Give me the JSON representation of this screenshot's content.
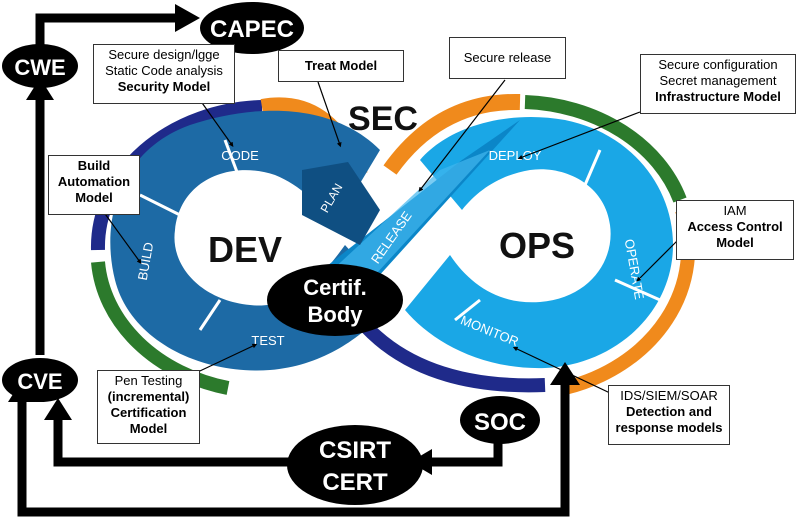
{
  "nodes": {
    "cwe": "CWE",
    "capec": "CAPEC",
    "cve": "CVE",
    "soc": "SOC",
    "csirt_line1": "CSIRT",
    "csirt_line2": "CERT",
    "certif_line1": "Certif.",
    "certif_line2": "Body"
  },
  "loop": {
    "sec": "SEC",
    "dev": "DEV",
    "ops": "OPS",
    "stages": {
      "code": "CODE",
      "plan": "PLAN",
      "build": "BUILD",
      "test": "TEST",
      "release": "RELEASE",
      "deploy": "DEPLOY",
      "operate": "OPERATE",
      "monitor": "MONITOR"
    }
  },
  "notes": {
    "code_note": {
      "line1": "Secure design/lgge",
      "line2": "Static Code analysis",
      "line3": "Security Model"
    },
    "treat": {
      "line1": "Treat Model"
    },
    "release_note": {
      "line1": "Secure release"
    },
    "deploy_note": {
      "line1": "Secure configuration",
      "line2": "Secret management",
      "line3": "Infrastructure Model"
    },
    "build_note": {
      "line1": "Build",
      "line2": "Automation",
      "line3": "Model"
    },
    "iam": {
      "line1": "IAM",
      "line2": "Access Control",
      "line3": "Model"
    },
    "pen": {
      "line1": "Pen Testing",
      "line2": "(incremental)",
      "line3": "Certification",
      "line4": "Model"
    },
    "ids": {
      "line1": "IDS/SIEM/SOAR",
      "line2": "Detection and",
      "line3": "response models"
    }
  },
  "colors": {
    "dev_blue": "#1d6aa5",
    "dev_dark": "#0f4f82",
    "ops_cyan": "#1aa7e6",
    "ops_dark": "#0b86c8",
    "navy": "#1f2a8a",
    "green": "#2c7a2c",
    "orange": "#f08a1c",
    "ellipse": "#000000"
  }
}
